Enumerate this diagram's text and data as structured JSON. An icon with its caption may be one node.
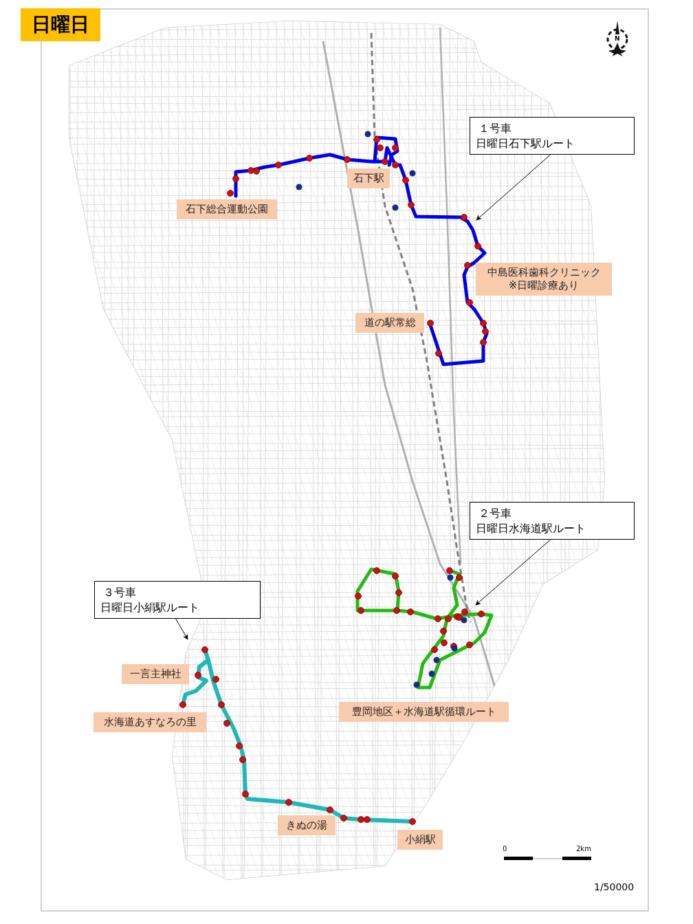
{
  "diagram": {
    "title": "日曜日",
    "nodes": [
      {
        "text": [
          "１号車",
          "日曜日石下駅ルート"
        ]
      },
      {
        "text": [
          "２号車",
          "日曜日水海道駅ルート"
        ]
      },
      {
        "text": [
          "３号車",
          "日曜日小絹駅ルート"
        ]
      },
      {
        "text": [
          "石下総合運動公園"
        ]
      },
      {
        "text": [
          "石下駅"
        ]
      },
      {
        "text": [
          "中島医科歯科クリニック",
          "※日曜診療あり"
        ]
      },
      {
        "text": [
          "道の駅常総"
        ]
      },
      {
        "text": [
          "一言主神社"
        ]
      },
      {
        "text": [
          "水海道あすなろの里"
        ]
      },
      {
        "text": [
          "豊岡地区＋水海道駅循環ルート"
        ]
      },
      {
        "text": [
          "きぬの湯"
        ]
      },
      {
        "text": [
          "小絹駅"
        ]
      }
    ],
    "edges": [
      {
        "from": 0,
        "to": null,
        "arrow": "to"
      },
      {
        "from": 1,
        "to": null,
        "arrow": "to"
      },
      {
        "from": 2,
        "to": null,
        "arrow": "to"
      }
    ],
    "labels": [
      "N",
      "0",
      "2km",
      "1/50000"
    ]
  }
}
